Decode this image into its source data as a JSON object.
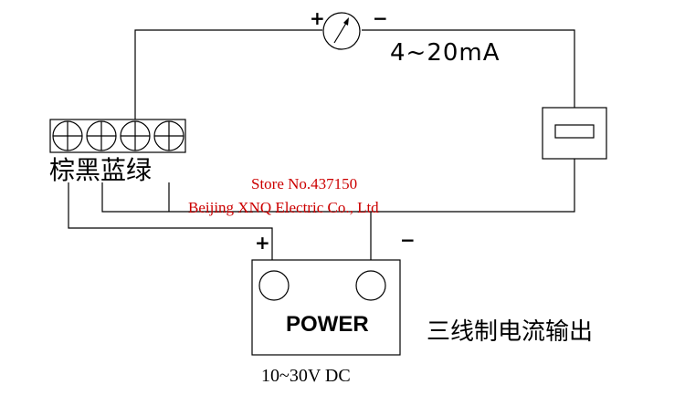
{
  "meter": {
    "plus_label": "+",
    "minus_label": "−",
    "range_label": "4~20mA"
  },
  "terminal_block": {
    "color_labels": "棕黑蓝绿"
  },
  "power_supply": {
    "name": "POWER",
    "voltage": "10~30V DC",
    "plus_label": "+",
    "minus_label": "−"
  },
  "caption": "三线制电流输出",
  "store": {
    "line1": "Store No.437150",
    "line2": "Beijing XNQ Electric Co., Ltd",
    "color": "#cc0000"
  },
  "colors": {
    "line": "#000000",
    "background": "#ffffff"
  }
}
